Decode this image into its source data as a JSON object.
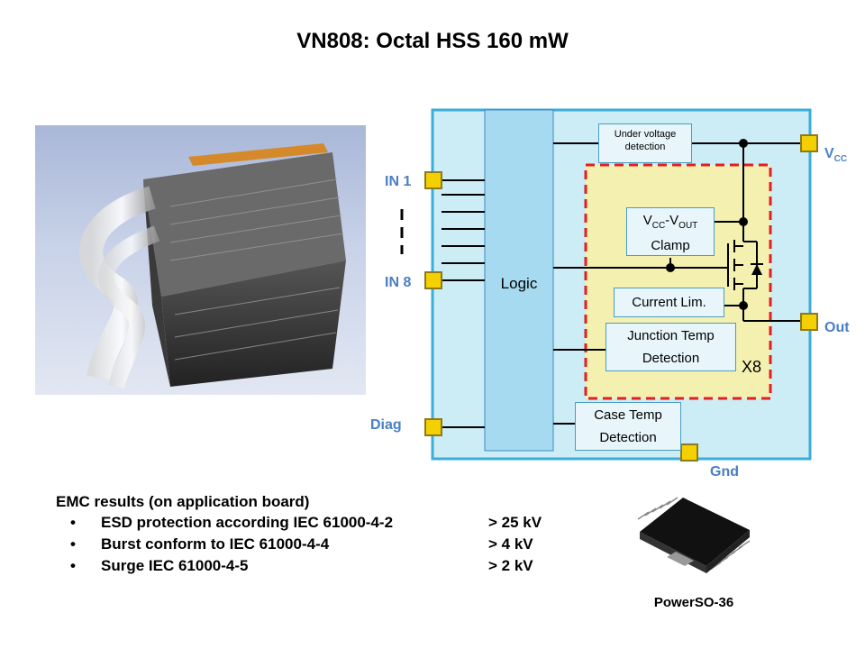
{
  "title": "VN808: Octal HSS 160 mW",
  "pins": {
    "in1": "IN 1",
    "in8": "IN 8",
    "diag": "Diag",
    "vcc_main": "V",
    "vcc_sub": "CC",
    "out": "Out",
    "gnd": "Gnd"
  },
  "blocks": {
    "logic": "Logic",
    "under_voltage_line1": "Under voltage",
    "under_voltage_line2": "detection",
    "clamp_v1": "V",
    "clamp_sub1": "CC",
    "clamp_dash": "-V",
    "clamp_sub2": "OUT",
    "clamp_line2": "Clamp",
    "current_lim": "Current Lim.",
    "junction_line1": "Junction Temp",
    "junction_line2": "Detection",
    "case_line1": "Case Temp",
    "case_line2": "Detection",
    "multiplier": "X8"
  },
  "emc": {
    "heading": "EMC results (on application board)",
    "items": [
      {
        "bullet": "•",
        "text": "ESD protection according IEC 61000-4-2",
        "value": "> 25 kV"
      },
      {
        "bullet": "•",
        "text": "Burst conform to IEC 61000-4-4",
        "value": "> 4 kV"
      },
      {
        "bullet": "•",
        "text": "Surge IEC 61000-4-5",
        "value": "> 2 kV"
      }
    ]
  },
  "package_label": "PowerSO-36",
  "colors": {
    "chip_bg": "#ccecf6",
    "chip_border": "#3aaed8",
    "logic_fill": "#a6daf0",
    "channel_fill": "#f4f0b0",
    "channel_border": "#e02020",
    "pad_fill": "#f5d000",
    "pin_label": "#4a7ec6"
  }
}
